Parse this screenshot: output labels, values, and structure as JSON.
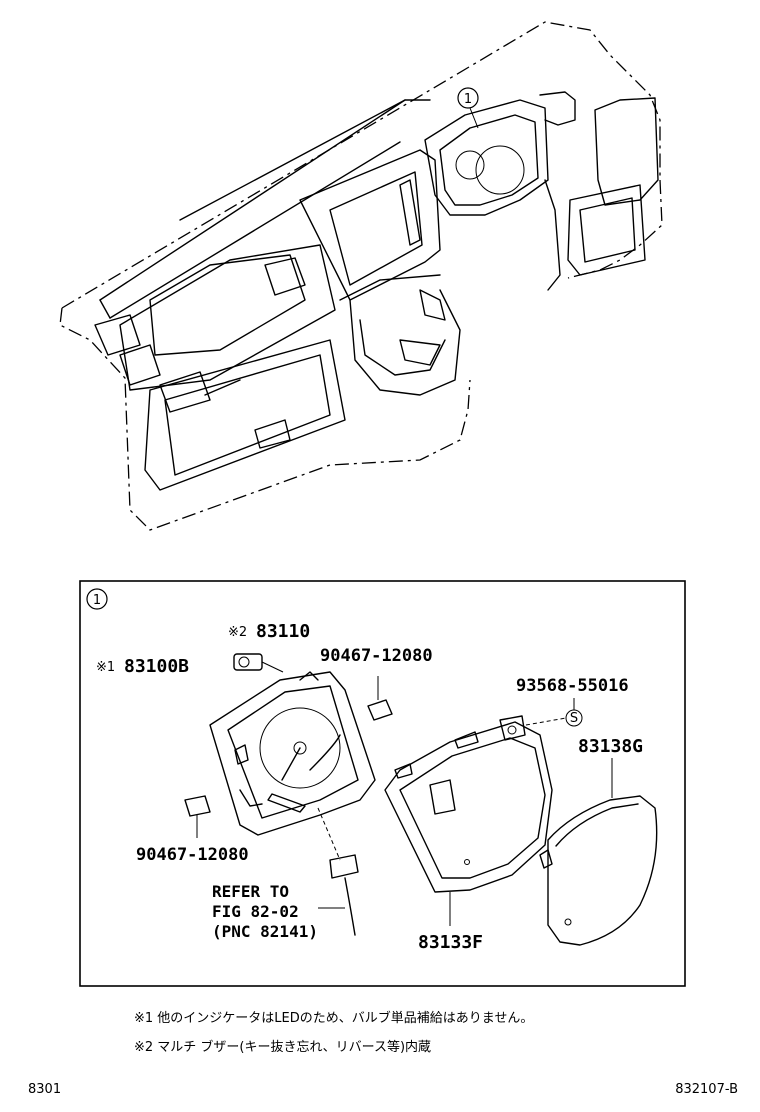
{
  "callout_top": "1",
  "panel": {
    "callout": "1",
    "labels": {
      "part_83110": "83110",
      "part_83110_mark": "※2",
      "part_83100b": "83100B",
      "part_83100b_mark": "※1",
      "part_90467_top": "90467-12080",
      "part_90467_bottom": "90467-12080",
      "part_93568": "93568-55016",
      "part_83138g": "83138G",
      "part_83133f": "83133F",
      "screw_symbol": "S"
    },
    "reference": {
      "line1": "REFER TO",
      "line2": "FIG 82-02",
      "line3": "(PNC 82141)"
    }
  },
  "notes": [
    "※1 他のインジケータはLEDのため、バルブ単品補給はありません。",
    "※2 マルチ ブザー(キー抜き忘れ、リバース等)内蔵"
  ],
  "footer": {
    "left_code": "8301",
    "right_code": "832107-B"
  }
}
